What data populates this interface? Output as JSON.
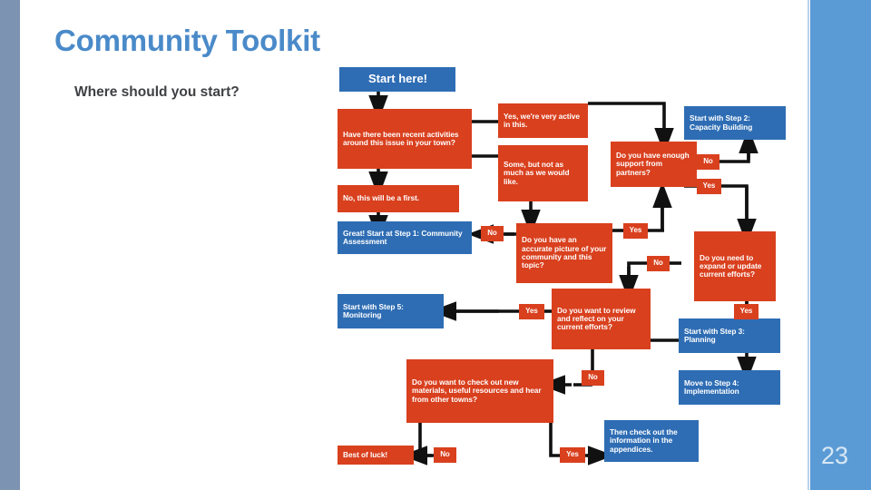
{
  "slide": {
    "title": "Community Toolkit",
    "subtitle": "Where should you start?",
    "page_number": "23",
    "colors": {
      "title_blue": "#4a8ac9",
      "node_red": "#d9401e",
      "node_blue": "#2e6db4",
      "band_left": "#7d93b2",
      "band_right": "#5b9bd5",
      "connector": "#111111"
    }
  },
  "chart_data": {
    "type": "flowchart",
    "title": "Where should you start?",
    "nodes": [
      {
        "id": "start",
        "label": "Start here!",
        "kind": "terminator",
        "color": "blue"
      },
      {
        "id": "q_recent",
        "label": "Have there been recent activities around this issue in your town?",
        "kind": "decision",
        "color": "red"
      },
      {
        "id": "a_no_first",
        "label": "No, this will be a first.",
        "kind": "answer",
        "color": "red"
      },
      {
        "id": "a_yes_active",
        "label": "Yes, we're very active in this.",
        "kind": "answer",
        "color": "red"
      },
      {
        "id": "a_some",
        "label": "Some, but not as much as we would like.",
        "kind": "answer",
        "color": "red"
      },
      {
        "id": "step1",
        "label": "Great! Start at Step 1: Community Assessment",
        "kind": "outcome",
        "color": "blue"
      },
      {
        "id": "q_picture",
        "label": "Do you have an accurate picture of your community and this topic?",
        "kind": "decision",
        "color": "red"
      },
      {
        "id": "q_support",
        "label": "Do you have enough support from partners?",
        "kind": "decision",
        "color": "red"
      },
      {
        "id": "step2",
        "label": "Start with Step 2: Capacity Building",
        "kind": "outcome",
        "color": "blue"
      },
      {
        "id": "q_expand",
        "label": "Do you need to expand or update current efforts?",
        "kind": "decision",
        "color": "red"
      },
      {
        "id": "step3",
        "label": "Start with Step 3: Planning",
        "kind": "outcome",
        "color": "blue"
      },
      {
        "id": "step4",
        "label": "Move to Step 4: Implementation",
        "kind": "outcome",
        "color": "blue"
      },
      {
        "id": "q_review",
        "label": "Do you want to review and reflect on your current efforts?",
        "kind": "decision",
        "color": "red"
      },
      {
        "id": "step5",
        "label": "Start with Step 5: Monitoring",
        "kind": "outcome",
        "color": "blue"
      },
      {
        "id": "q_materials",
        "label": "Do you want to check out new materials, useful resources and hear from other towns?",
        "kind": "decision",
        "color": "red"
      },
      {
        "id": "appendices",
        "label": "Then check out the information in the appendices.",
        "kind": "outcome",
        "color": "blue"
      },
      {
        "id": "best_luck",
        "label": "Best of luck!",
        "kind": "outcome",
        "color": "red"
      }
    ],
    "edge_labels": [
      {
        "id": "lbl_no_1",
        "label": "No",
        "from": "q_picture",
        "to": "step1"
      },
      {
        "id": "lbl_no_2",
        "label": "No",
        "from": "q_support",
        "to": "step2"
      },
      {
        "id": "lbl_yes_1",
        "label": "Yes",
        "from": "q_support",
        "to": "q_expand"
      },
      {
        "id": "lbl_yes_2",
        "label": "Yes",
        "from": "q_picture",
        "to": "q_support"
      },
      {
        "id": "lbl_no_3",
        "label": "No",
        "from": "q_expand",
        "to": "q_review"
      },
      {
        "id": "lbl_yes_3",
        "label": "Yes",
        "from": "q_expand",
        "to": "step3"
      },
      {
        "id": "lbl_yes_4",
        "label": "Yes",
        "from": "q_review",
        "to": "step5"
      },
      {
        "id": "lbl_no_4",
        "label": "No",
        "from": "q_review",
        "to": "q_materials"
      },
      {
        "id": "lbl_no_5",
        "label": "No",
        "from": "q_materials",
        "to": "best_luck"
      },
      {
        "id": "lbl_yes_5",
        "label": "Yes",
        "from": "q_materials",
        "to": "appendices"
      }
    ],
    "edges": [
      {
        "from": "start",
        "to": "q_recent",
        "label": ""
      },
      {
        "from": "q_recent",
        "to": "a_no_first",
        "label": ""
      },
      {
        "from": "q_recent",
        "to": "a_yes_active",
        "label": ""
      },
      {
        "from": "q_recent",
        "to": "a_some",
        "label": ""
      },
      {
        "from": "a_no_first",
        "to": "step1",
        "label": ""
      },
      {
        "from": "a_some",
        "to": "q_picture",
        "label": ""
      },
      {
        "from": "a_yes_active",
        "to": "q_support",
        "label": ""
      },
      {
        "from": "q_picture",
        "to": "step1",
        "label": "No"
      },
      {
        "from": "q_picture",
        "to": "q_support",
        "label": "Yes"
      },
      {
        "from": "q_support",
        "to": "step2",
        "label": "No"
      },
      {
        "from": "q_support",
        "to": "q_expand",
        "label": "Yes"
      },
      {
        "from": "q_expand",
        "to": "step3",
        "label": "Yes"
      },
      {
        "from": "q_expand",
        "to": "q_review",
        "label": "No"
      },
      {
        "from": "step3",
        "to": "step4",
        "label": ""
      },
      {
        "from": "step4",
        "to": "q_review",
        "label": ""
      },
      {
        "from": "q_review",
        "to": "step5",
        "label": "Yes"
      },
      {
        "from": "q_review",
        "to": "q_materials",
        "label": "No"
      },
      {
        "from": "q_materials",
        "to": "best_luck",
        "label": "No"
      },
      {
        "from": "q_materials",
        "to": "appendices",
        "label": "Yes"
      }
    ]
  }
}
